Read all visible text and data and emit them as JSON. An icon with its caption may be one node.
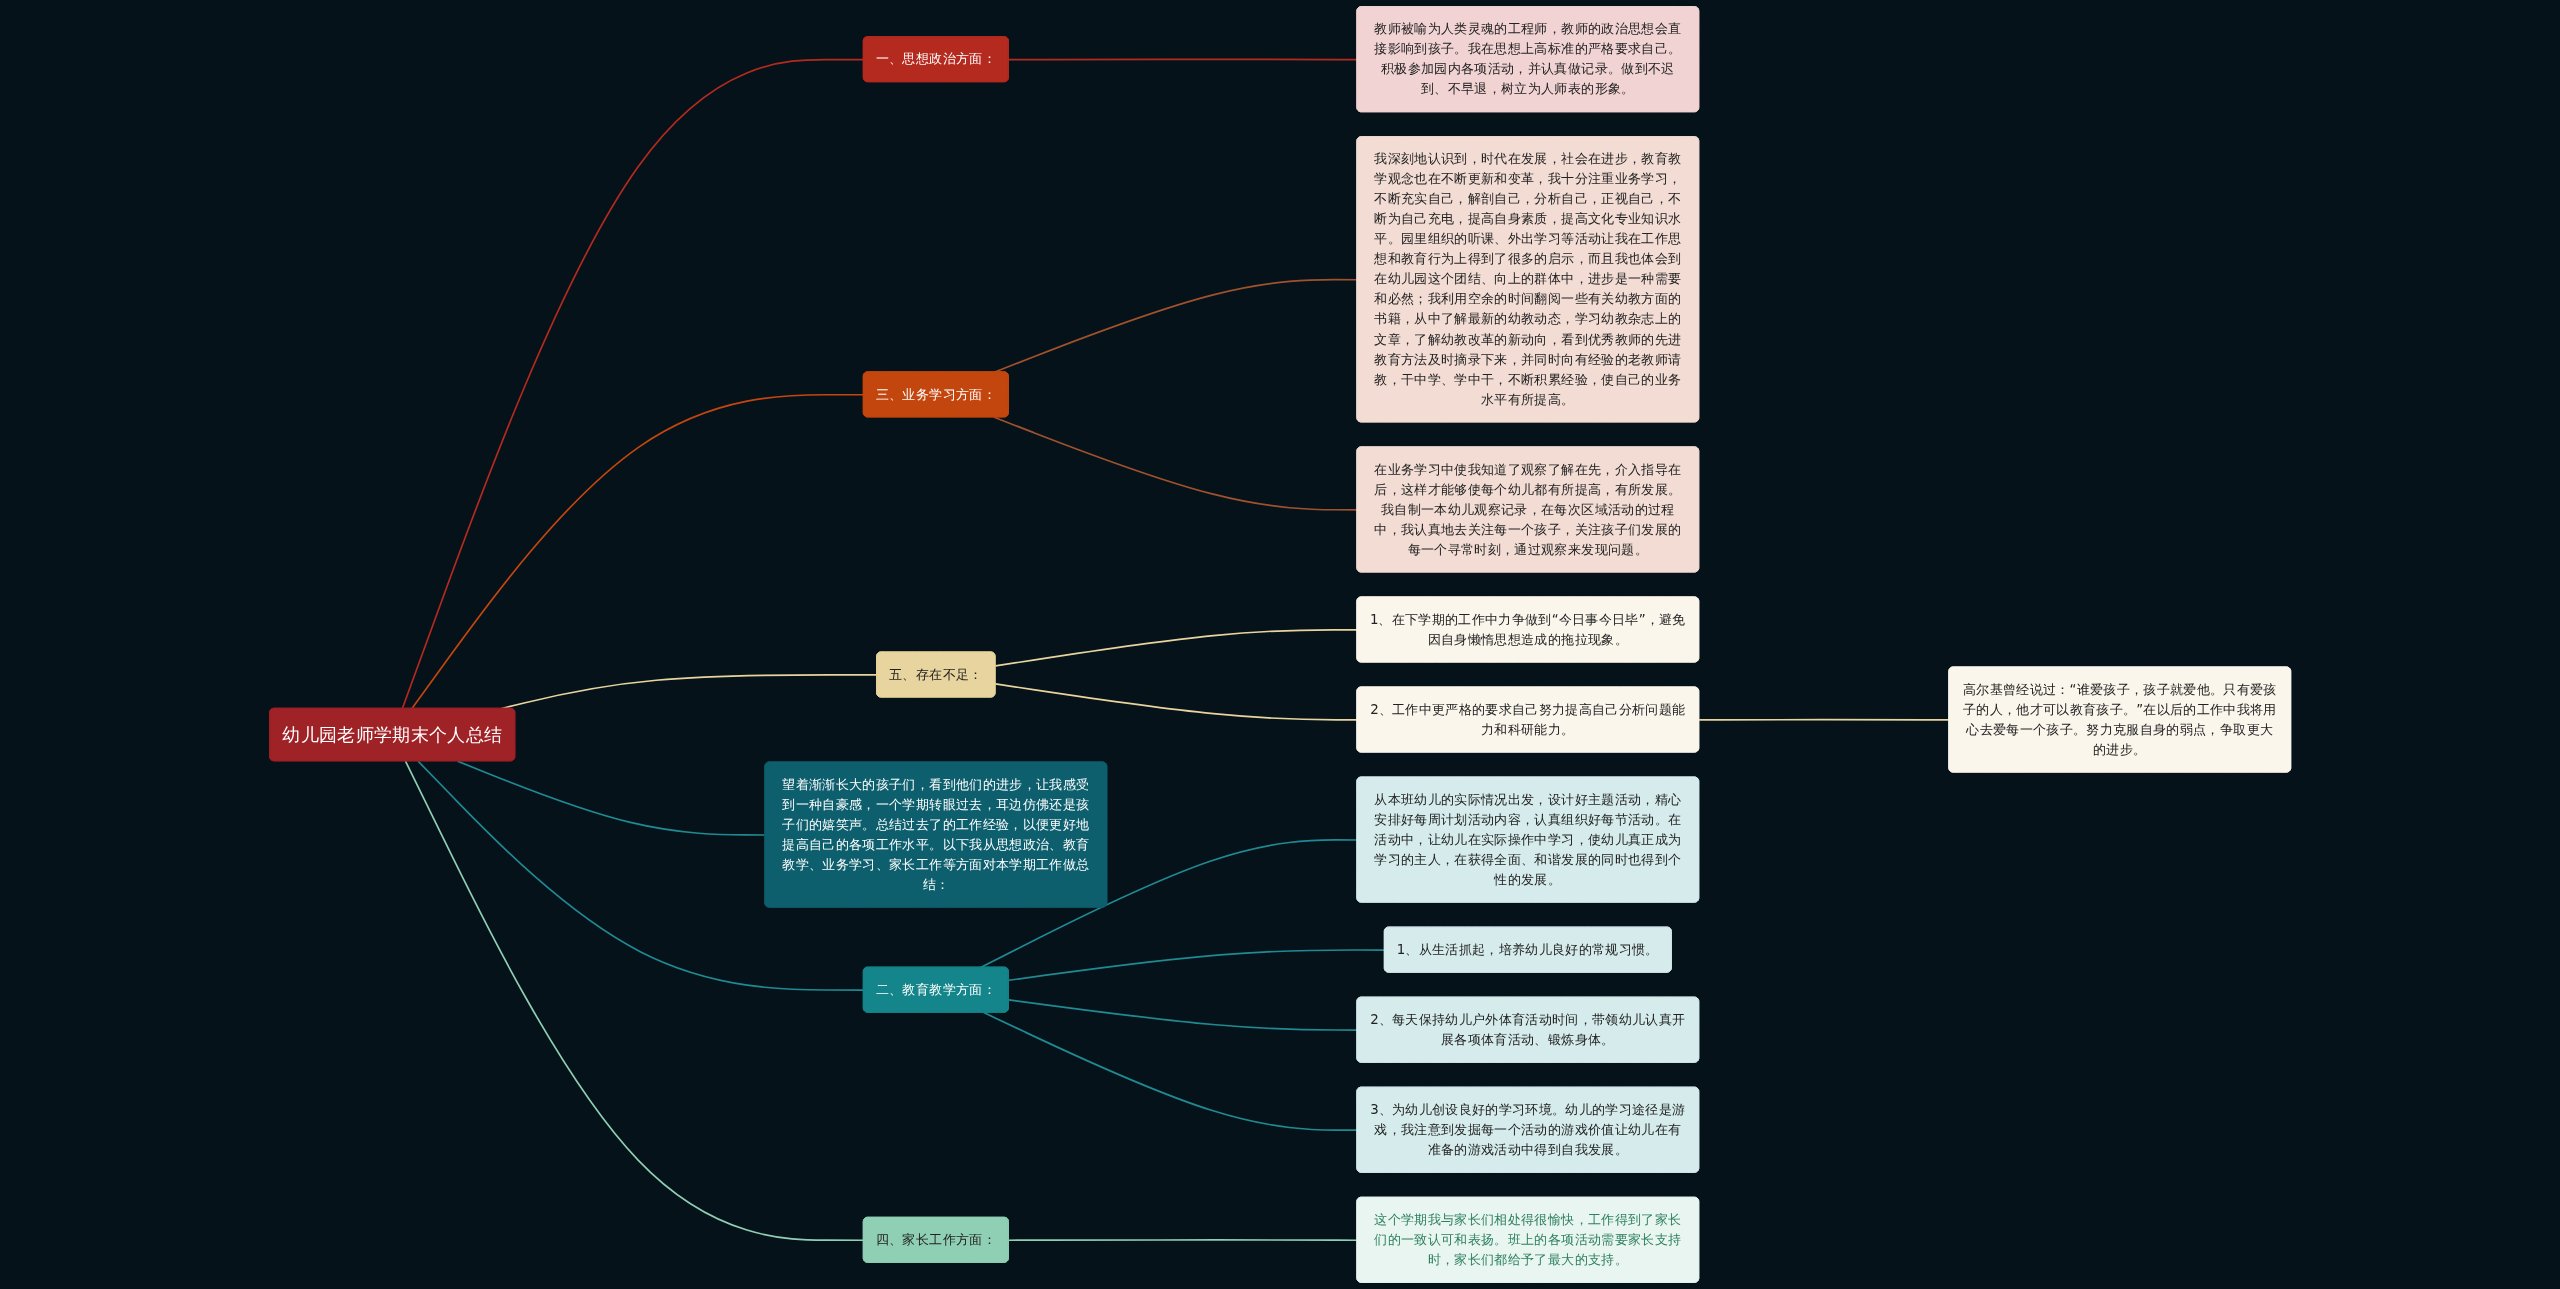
{
  "diagram": {
    "nodes": [
      {
        "text": [
          "幼儿园老师学期末个人总结"
        ]
      },
      {
        "text": [
          "一、思想政治方面："
        ]
      },
      {
        "text": [
          "教师被喻为人类灵魂的工程师，教师的政治思想会直接影响到孩子。我在思想上高标准的严格要求自己。积极参加园内各项活动，并认真做记录。做到不迟到、不早退，树立为人师表的形象。"
        ]
      },
      {
        "text": [
          "三、业务学习方面："
        ]
      },
      {
        "text": [
          "我深刻地认识到，时代在发展，社会在进步，教育教学观念也在不断更新和变革，我十分注重业务学习，不断充实自己，解剖自己，分析自己，正视自己，不断为自己充电，提高自身素质，提高文化专业知识水平。园里组织的听课、外出学习等活动让我在工作思想和教育行为上得到了很多的启示，而且我也体会到在幼儿园这个团结、向上的群体中，进步是一种需要和必然；我利用空余的时间翻阅一些有关幼教方面的书籍，从中了解最新的幼教动态，学习幼教杂志上的文章，了解幼教改革的新动向，看到优秀教师的先进教育方法及时摘录下来，并同时向有经验的老教师请教，干中学、学中干，不断积累经验，使自己的业务水平有所提高。"
        ]
      },
      {
        "text": [
          "在业务学习中使我知道了观察了解在先，介入指导在后，这样才能够使每个幼儿都有所提高，有所发展。我自制一本幼儿观察记录，在每次区域活动的过程中，我认真地去关注每一个孩子，关注孩子们发展的每一个寻常时刻，通过观察来发现问题。"
        ]
      },
      {
        "text": [
          "五、存在不足："
        ]
      },
      {
        "text": [
          "1、在下学期的工作中力争做到“今日事今日毕”，避免因自身懒惰思想造成的拖拉现象。"
        ]
      },
      {
        "text": [
          "2、工作中更严格的要求自己努力提高自己分析问题能力和科研能力。"
        ]
      },
      {
        "text": [
          "高尔基曾经说过：“谁爱孩子，孩子就爱他。只有爱孩子的人，他才可以教育孩子。”在以后的工作中我将用心去爱每一个孩子。努力克服自身的弱点，争取更大的进步。"
        ]
      },
      {
        "text": [
          "望着渐渐长大的孩子们，看到他们的进步，让我感受到一种自豪感，一个学期转眼过去，耳边仿佛还是孩子们的嬉笑声。总结过去了的工作经验，以便更好地提高自己的各项工作水平。以下我从思想政治、教育教学、业务学习、家长工作等方面对本学期工作做总结："
        ]
      },
      {
        "text": [
          "二、教育教学方面："
        ]
      },
      {
        "text": [
          "从本班幼儿的实际情况出发，设计好主题活动，精心安排好每周计划活动内容，认真组织好每节活动。在活动中，让幼儿在实际操作中学习，使幼儿真正成为学习的主人，在获得全面、和谐发展的同时也得到个性的发展。"
        ]
      },
      {
        "text": [
          "1、从生活抓起，培养幼儿良好的常规习惯。"
        ]
      },
      {
        "text": [
          "2、每天保持幼儿户外体育活动时间，带领幼儿认真开展各项体育活动、锻炼身体。"
        ]
      },
      {
        "text": [
          "3、为幼儿创设良好的学习环境。幼儿的学习途径是游戏，我注意到发掘每一个活动的游戏价值让幼儿在有准备的游戏活动中得到自我发展。"
        ]
      },
      {
        "text": [
          "四、家长工作方面："
        ]
      },
      {
        "text": [
          "这个学期我与家长们相处得很愉快，工作得到了家长们的一致认可和表扬。班上的各项活动需要家长支持时，家长们都给予了最大的支持。"
        ]
      }
    ],
    "edges": [
      {
        "from": 0,
        "to": 1,
        "arrow": "none",
        "color": "#b52a1f"
      },
      {
        "from": 1,
        "to": 2,
        "arrow": "none",
        "color": "#b52a1f"
      },
      {
        "from": 0,
        "to": 3,
        "arrow": "none",
        "color": "#c4460f"
      },
      {
        "from": 3,
        "to": 4,
        "arrow": "none",
        "color": "#a0522d"
      },
      {
        "from": 3,
        "to": 5,
        "arrow": "none",
        "color": "#a0522d"
      },
      {
        "from": 0,
        "to": 6,
        "arrow": "none",
        "color": "#e8d49e"
      },
      {
        "from": 6,
        "to": 7,
        "arrow": "none",
        "color": "#e8d49e"
      },
      {
        "from": 6,
        "to": 8,
        "arrow": "none",
        "color": "#e8d49e"
      },
      {
        "from": 8,
        "to": 9,
        "arrow": "none",
        "color": "#e8d49e"
      },
      {
        "from": 0,
        "to": 10,
        "arrow": "none"
      },
      {
        "from": 0,
        "to": 11,
        "arrow": "none"
      },
      {
        "from": 11,
        "to": 12,
        "arrow": "none"
      },
      {
        "from": 11,
        "to": 13,
        "arrow": "none"
      },
      {
        "from": 11,
        "to": 14,
        "arrow": "none"
      },
      {
        "from": 11,
        "to": 15,
        "arrow": "none"
      },
      {
        "from": 0,
        "to": 16,
        "arrow": "none",
        "color": "#8fd0b4"
      },
      {
        "from": 16,
        "to": 17,
        "arrow": "none",
        "color": "#8fd0b4"
      }
    ]
  }
}
